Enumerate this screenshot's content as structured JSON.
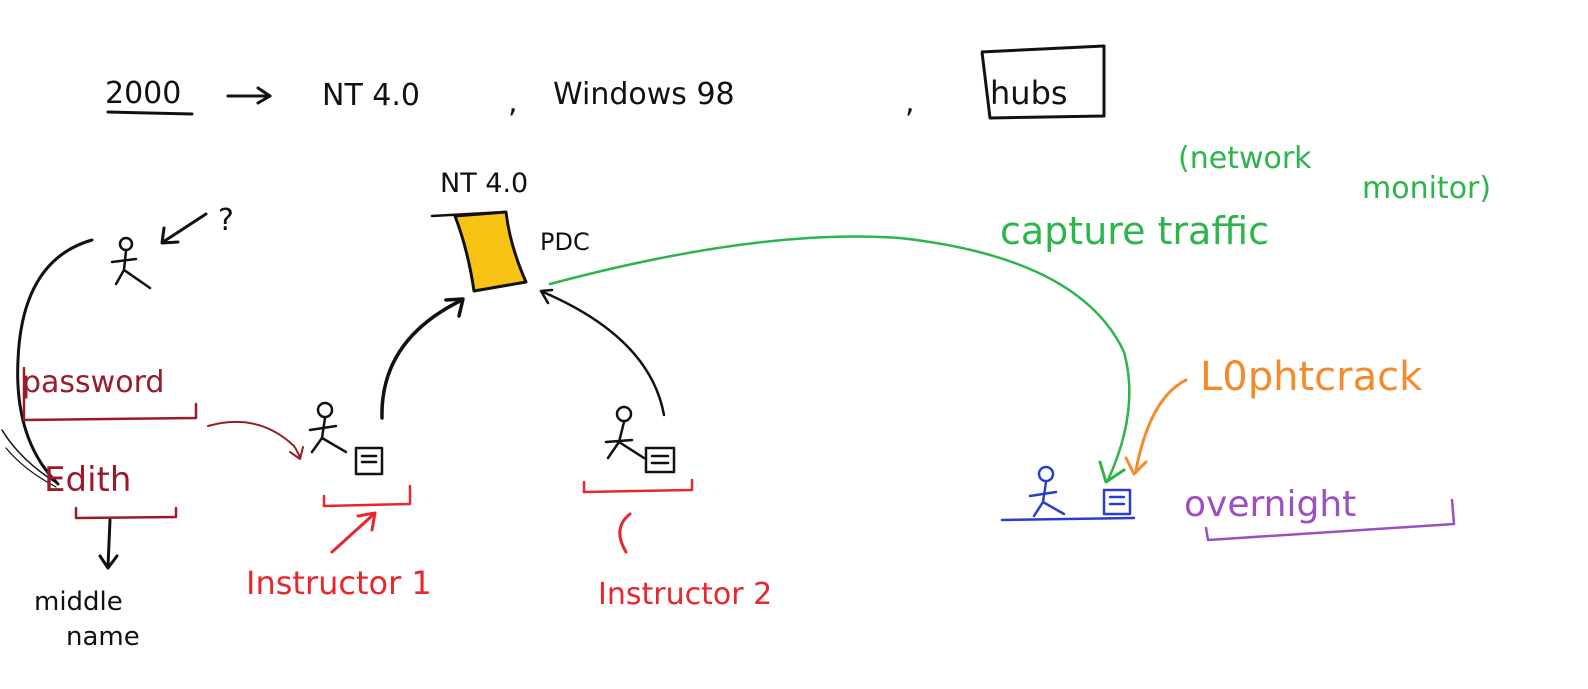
{
  "colors": {
    "ink": "#111111",
    "red": "#e8262b",
    "maroon": "#9b1b2a",
    "green": "#2bb54a",
    "orange": "#f58a2b",
    "blue": "#2a3fc9",
    "purple": "#9b4fc0",
    "pdc_fill": "#f8c414"
  },
  "header": {
    "year": "2000",
    "arrow": "→",
    "os1": "NT 4.0",
    "comma1": ",",
    "os2": "Windows 98",
    "comma2": ",",
    "hubs": "hubs"
  },
  "server": {
    "os_label": "NT 4.0",
    "role_label": "PDC",
    "icon": "server-box-icon"
  },
  "user": {
    "question": "?",
    "icon": "stick-figure-icon"
  },
  "password_note": {
    "word": "password",
    "example": "Edith",
    "hint_line1": "middle",
    "hint_line2": "name"
  },
  "instructors": [
    {
      "label": "Instructor 1",
      "icon": "stick-figure-with-computer-icon"
    },
    {
      "label": "Instructor 2",
      "icon": "stick-figure-with-computer-icon"
    }
  ],
  "sniffer": {
    "capture": "capture traffic",
    "tool_line1": "(network",
    "tool_line2": "monitor)",
    "cracker": "L0phtcrack",
    "duration": "overnight",
    "icon": "attacker-with-computer-icon"
  }
}
